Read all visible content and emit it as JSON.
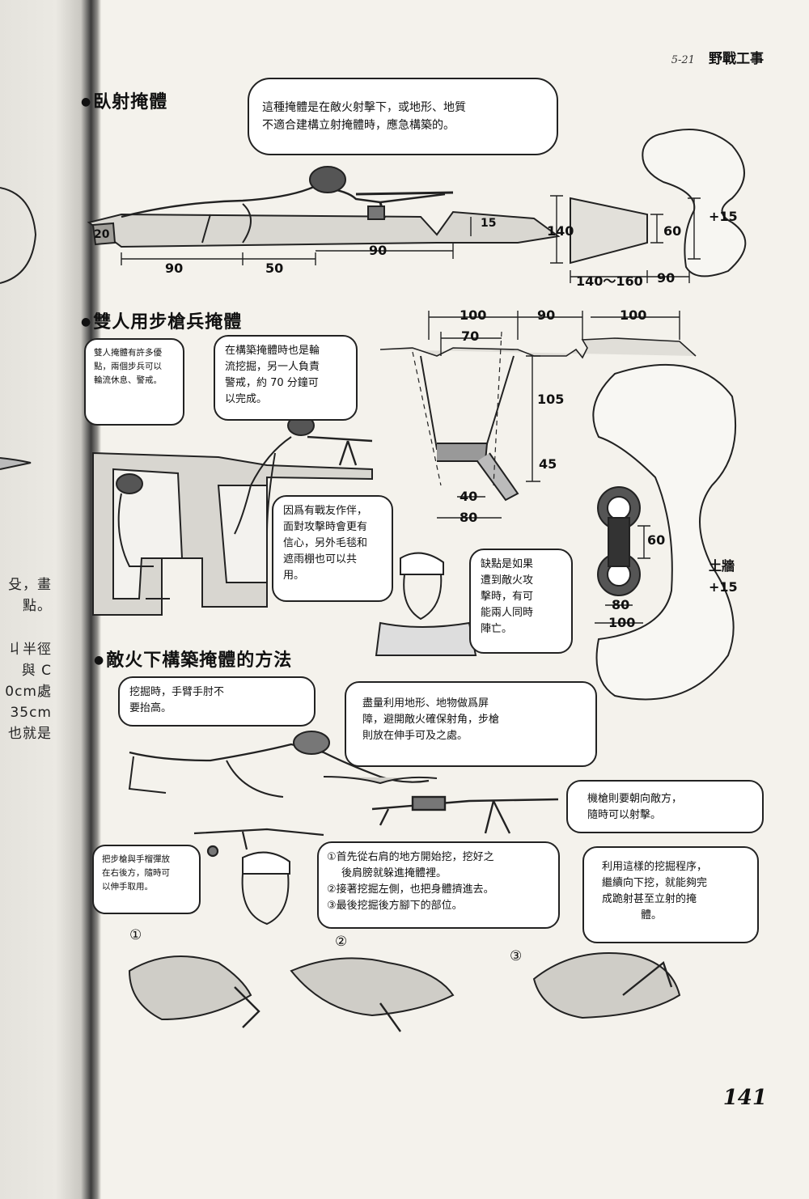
{
  "header": {
    "section_number": "5-21",
    "chapter_title": "野戰工事"
  },
  "gutter_fragments": [
    "殳，畫",
    "點。",
    "丩半徑",
    "與 C",
    "0cm處",
    "35cm",
    "也就是"
  ],
  "sections": {
    "prone": {
      "title": "臥射掩體",
      "bubble": [
        "這種掩體是在敵火射擊下，或地形、地質",
        "不適合建構立射掩體時，應急構築的。"
      ],
      "dims": {
        "d20": "20",
        "d90a": "90",
        "d50": "50",
        "d90b": "90",
        "d15": "15",
        "d140": "140",
        "d60": "60",
        "d140_160": "140～160",
        "d90c": "90",
        "d15plus": "+15"
      }
    },
    "two_man": {
      "title": "雙人用步槍兵掩體",
      "bubble_a": [
        "雙人掩體有許多優",
        "點，兩個步兵可以",
        "輪流休息、警戒。"
      ],
      "bubble_b": [
        "在構築掩體時也是輪",
        "流挖掘，另一人負責",
        "警戒，約 70 分鐘可",
        "以完成。"
      ],
      "bubble_c": [
        "因爲有戰友作伴，",
        "面對攻擊時會更有",
        "信心，另外毛毯和",
        "遮雨棚也可以共",
        "用。"
      ],
      "bubble_d": [
        "缺點是如果",
        "遭到敵火攻",
        "擊時，有可",
        "能兩人同時",
        "陣亡。"
      ],
      "dims": {
        "d100a": "100",
        "d90": "90",
        "d100b": "100",
        "d70": "70",
        "d105": "105",
        "d45": "45",
        "d40": "40",
        "d80a": "80",
        "d60": "60",
        "d80b": "80",
        "d100c": "100"
      },
      "parapet_label": "土牆",
      "parapet_value": "+15"
    },
    "under_fire": {
      "title": "敵火下構築掩體的方法",
      "bubble_a": [
        "挖掘時，手臂手肘不",
        "要抬高。"
      ],
      "bubble_b": [
        "盡量利用地形、地物做爲屏",
        "障，避開敵火確保射角，步槍",
        "則放在伸手可及之處。"
      ],
      "bubble_c": [
        "機槍則要朝向敵方，",
        "隨時可以射擊。"
      ],
      "bubble_d": [
        "把步槍與手榴彈放",
        "在右後方，隨時可",
        "以伸手取用。"
      ],
      "bubble_e": [
        "①首先從右肩的地方開始挖，挖好之",
        "後肩膀就躲進掩體裡。",
        "②接著挖掘左側，也把身體擠進去。",
        "③最後挖掘後方腳下的部位。"
      ],
      "bubble_f": [
        "利用這樣的挖掘程序，",
        "繼續向下挖，就能夠完",
        "成跪射甚至立射的掩",
        "體。"
      ],
      "step_marks": [
        "①",
        "②",
        "③"
      ]
    }
  },
  "folio": "141"
}
